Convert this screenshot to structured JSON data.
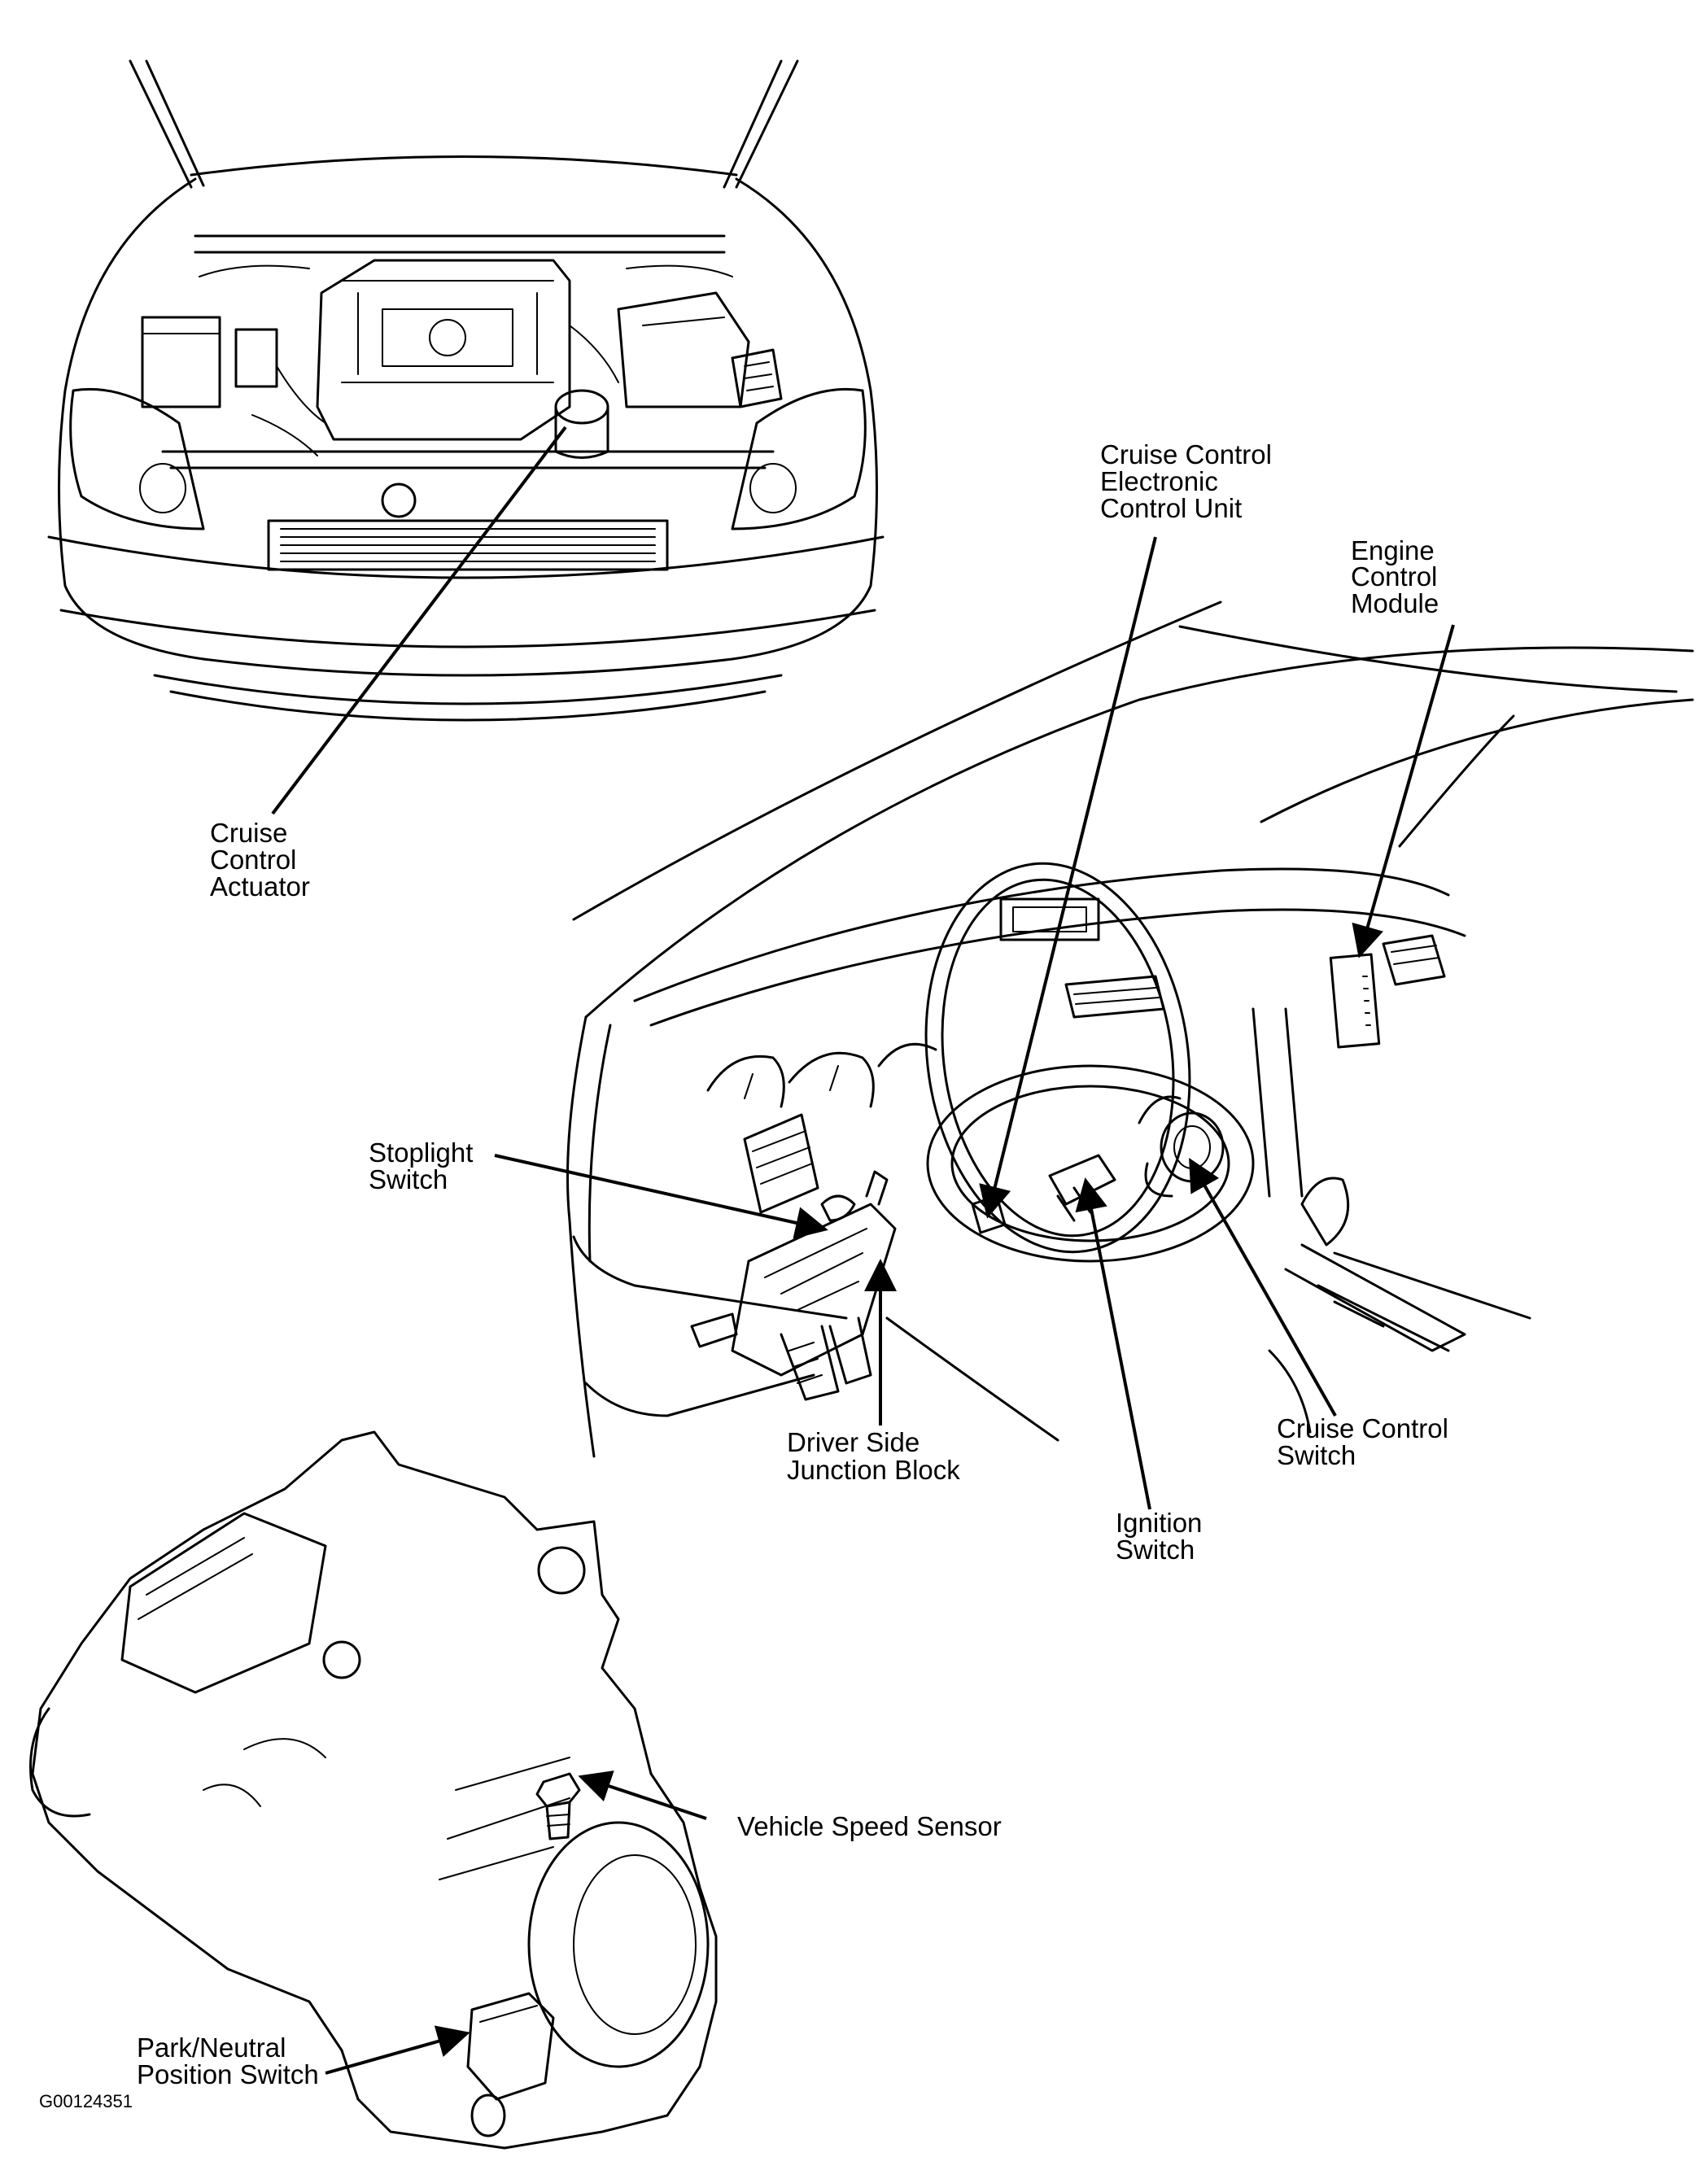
{
  "figure_id": "G00124351",
  "colors": {
    "line": "#000000",
    "background": "#ffffff"
  },
  "views": {
    "engine_bay": "Engine compartment (hood open)",
    "dashboard": "Driver cockpit / instrument panel",
    "transaxle": "Engine and transaxle assembly"
  },
  "labels": {
    "actuator": [
      "Cruise",
      "Control",
      "Actuator"
    ],
    "ecu": [
      "Cruise Control",
      "Electronic",
      "Control Unit"
    ],
    "ecm": [
      "Engine",
      "Control",
      "Module"
    ],
    "stoplight": [
      "Stoplight",
      "Switch"
    ],
    "junction": [
      "Driver Side",
      "Junction Block"
    ],
    "ignition": [
      "Ignition",
      "Switch"
    ],
    "cc_switch": [
      "Cruise Control",
      "Switch"
    ],
    "vss": [
      "Vehicle Speed Sensor"
    ],
    "pnp": [
      "Park/Neutral",
      "Position Switch"
    ]
  }
}
